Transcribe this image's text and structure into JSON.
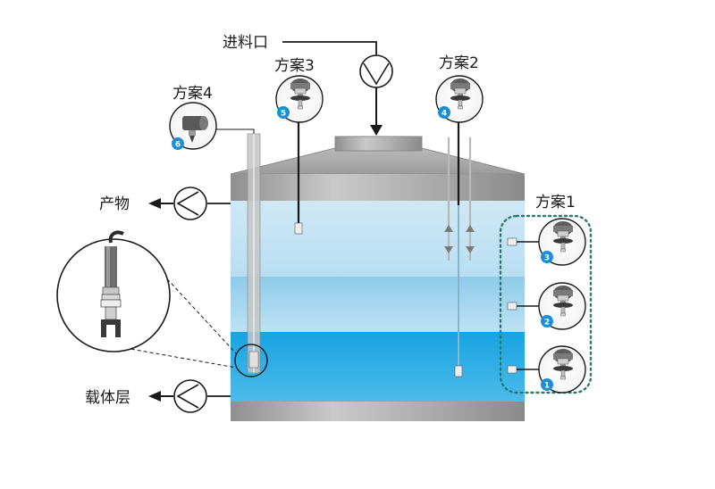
{
  "labels": {
    "inlet": "进料口",
    "product": "产物",
    "carrier": "载体层",
    "scheme1": "方案1",
    "scheme2": "方案2",
    "scheme3": "方案3",
    "scheme4": "方案4"
  },
  "badges": {
    "b1": "1",
    "b2": "2",
    "b3": "3",
    "b4": "4",
    "b5": "5",
    "b6": "6"
  },
  "colors": {
    "tank_steel": "#a8a8a8",
    "liquid_light": "#bfe0f2",
    "liquid_mid": "#8fcbea",
    "liquid_dark": "#2eaee6",
    "badge": "#1a8fd8",
    "dotted_frame": "#2a7a6e"
  },
  "icons": {
    "pump": "pump-icon",
    "arrow": "arrow-icon",
    "transmitter": "transmitter-icon",
    "sensor": "sensor-icon"
  }
}
